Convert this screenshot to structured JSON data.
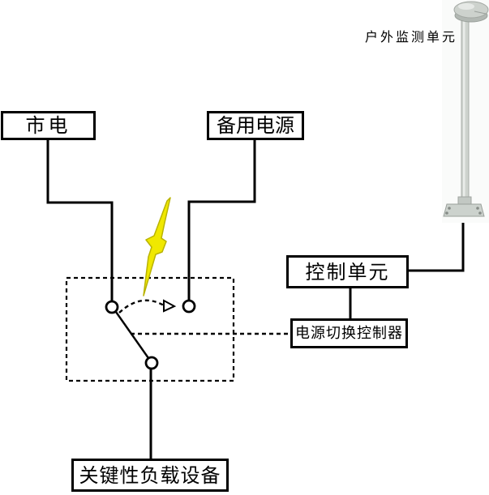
{
  "boxes": {
    "mains": "市电",
    "backup": "备用电源",
    "control": "控制单元",
    "switch_controller": "电源切换控制器",
    "load": "关键性负载设备"
  },
  "labels": {
    "outdoor_unit": "户外监测单元"
  },
  "colors": {
    "line": "#000000",
    "bolt_fill": "#f0e800",
    "bolt_edge": "#b9b300",
    "pole_body": "#ced3ce",
    "pole_dome": "#cdd2cd",
    "pole_rim": "#b2b8b3",
    "background": "#ffffff"
  }
}
